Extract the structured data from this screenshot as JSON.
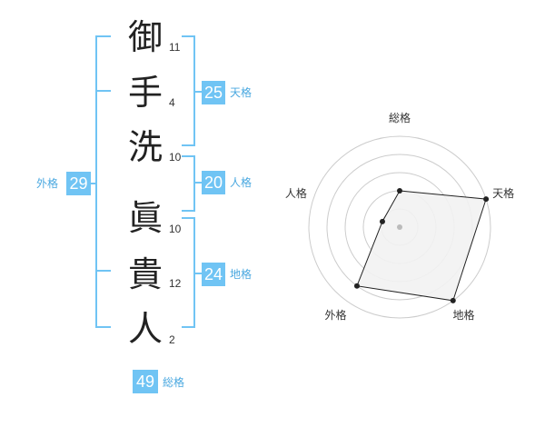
{
  "name_characters": [
    {
      "char": "御",
      "strokes": "11"
    },
    {
      "char": "手",
      "strokes": "4"
    },
    {
      "char": "洗",
      "strokes": "10"
    },
    {
      "char": "眞",
      "strokes": "10"
    },
    {
      "char": "貴",
      "strokes": "12"
    },
    {
      "char": "人",
      "strokes": "2"
    }
  ],
  "fortune_boxes": {
    "tenkaku": {
      "value": "25",
      "label": "天格"
    },
    "jinkaku": {
      "value": "20",
      "label": "人格"
    },
    "chikaku": {
      "value": "24",
      "label": "地格"
    },
    "gaikaku": {
      "value": "29",
      "label": "外格"
    },
    "soukaku": {
      "value": "49",
      "label": "総格"
    }
  },
  "colors": {
    "accent": "#70c4f4",
    "bracket": "#70c4f4",
    "radar_fill": "#f2f2f2",
    "radar_line": "#222222"
  },
  "chart_data": {
    "type": "radar",
    "axes": [
      "総格",
      "天格",
      "地格",
      "外格",
      "人格"
    ],
    "values": [
      2,
      5,
      5,
      4,
      1
    ],
    "max": 5,
    "rings": 5
  }
}
